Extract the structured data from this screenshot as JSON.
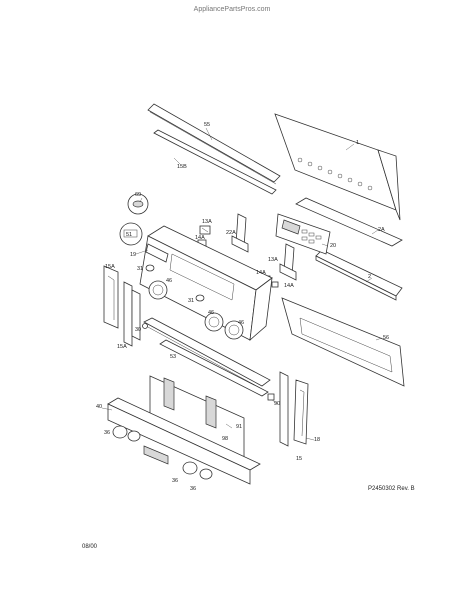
{
  "watermark": "AppliancePartsPros.com",
  "doc_code": "P2450302 Rev. B",
  "date_code": "08/00",
  "part_labels": {
    "p55": "55",
    "p15B": "15B",
    "p1": "1",
    "p69": "69",
    "p51": "51",
    "p19": "19",
    "p13A_a": "13A",
    "p14A_a": "14A",
    "p22A": "22A",
    "p2A": "2A",
    "p20": "20",
    "p13A_b": "13A",
    "p14A_b": "14A",
    "p14A_c": "14A",
    "p2": "2",
    "p15A_a": "15A",
    "p31_a": "31",
    "p46_a": "46",
    "p31_b": "31",
    "p46_b": "46",
    "p46_c": "46",
    "p15A_b": "15A",
    "p30": "30",
    "p53": "53",
    "p56": "56",
    "p40": "40",
    "p36_a": "36",
    "p90": "90",
    "p91": "91",
    "p98": "98",
    "p18": "18",
    "p15": "15",
    "p36_b": "36",
    "p36_c": "36"
  }
}
